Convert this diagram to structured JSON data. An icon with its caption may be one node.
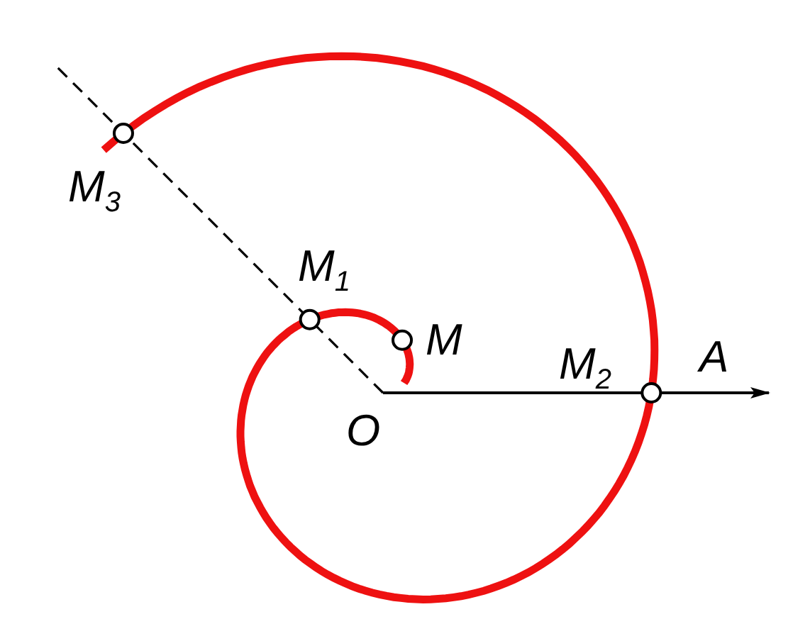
{
  "diagram": {
    "labels": [
      "M$_{3}$",
      "M$_{1}$",
      "M",
      "M$_{2}$",
      "A",
      "O"
    ]
  }
}
